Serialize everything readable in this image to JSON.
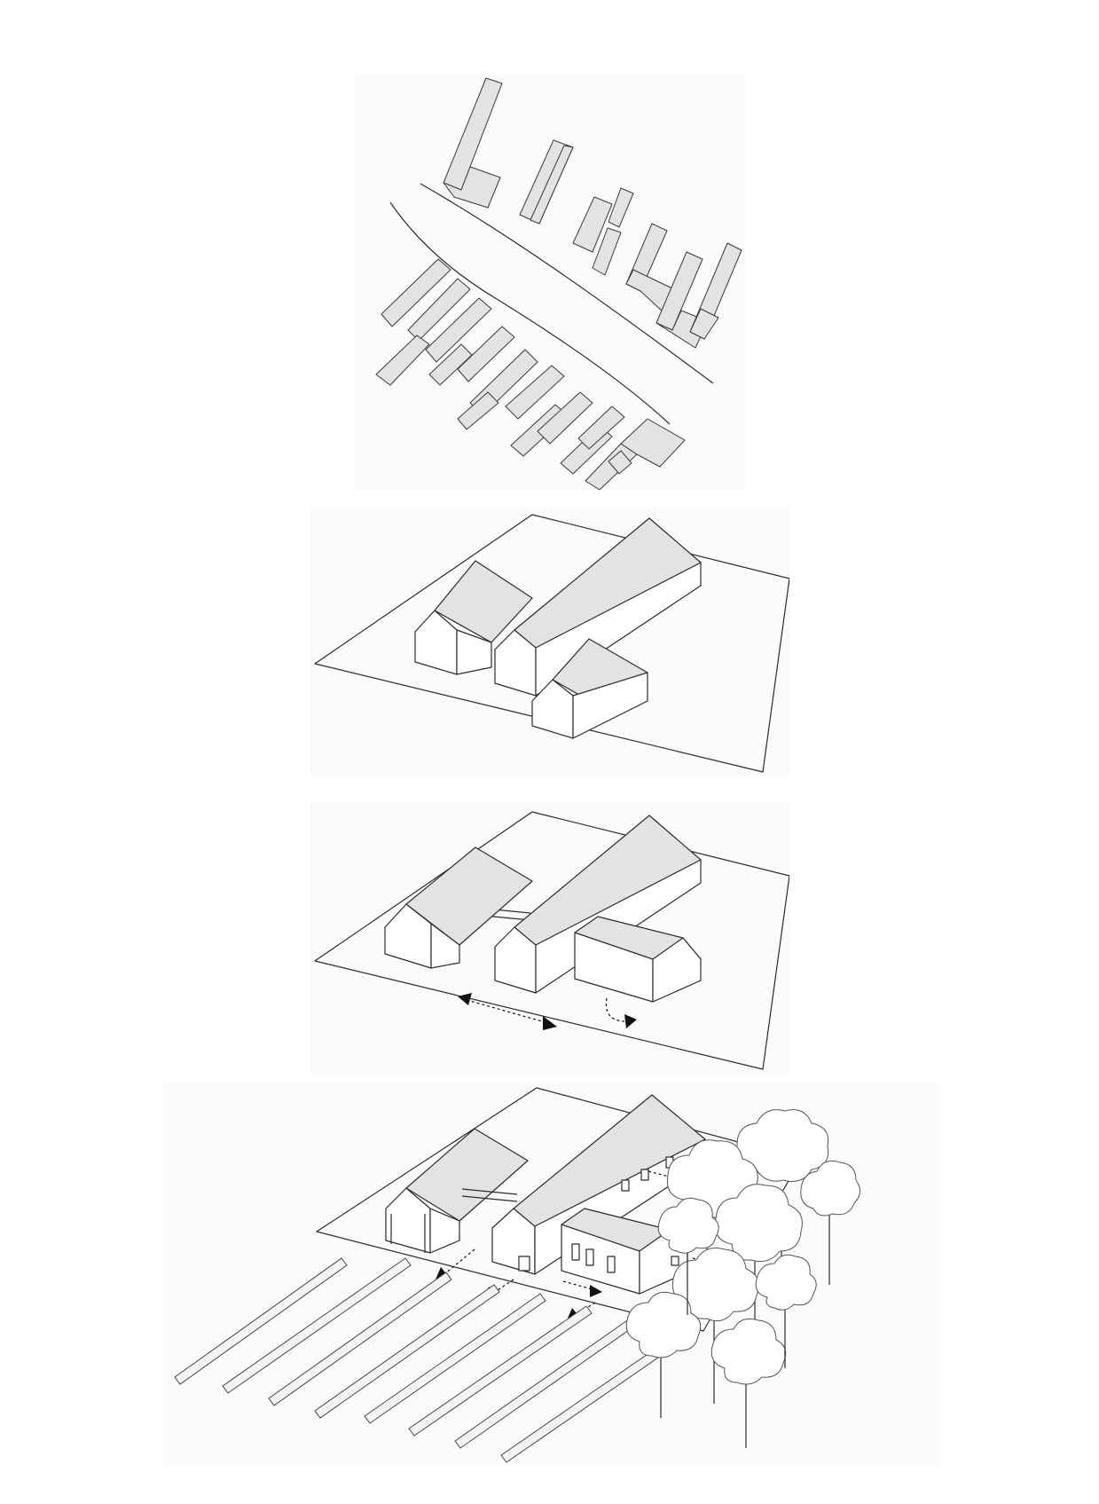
{
  "diagram": {
    "panels": [
      {
        "id": "site-context-plan",
        "buildings": "gray footprints",
        "roads": 2
      },
      {
        "id": "massing-three-gables"
      },
      {
        "id": "massing-with-connections"
      },
      {
        "id": "final-layout-with-landscape",
        "hedge_rows": 8,
        "trees": 9
      }
    ]
  },
  "colors": {
    "mass_fill": "#e3e3e3",
    "line": "#2b2b2b",
    "background": "#ffffff"
  }
}
